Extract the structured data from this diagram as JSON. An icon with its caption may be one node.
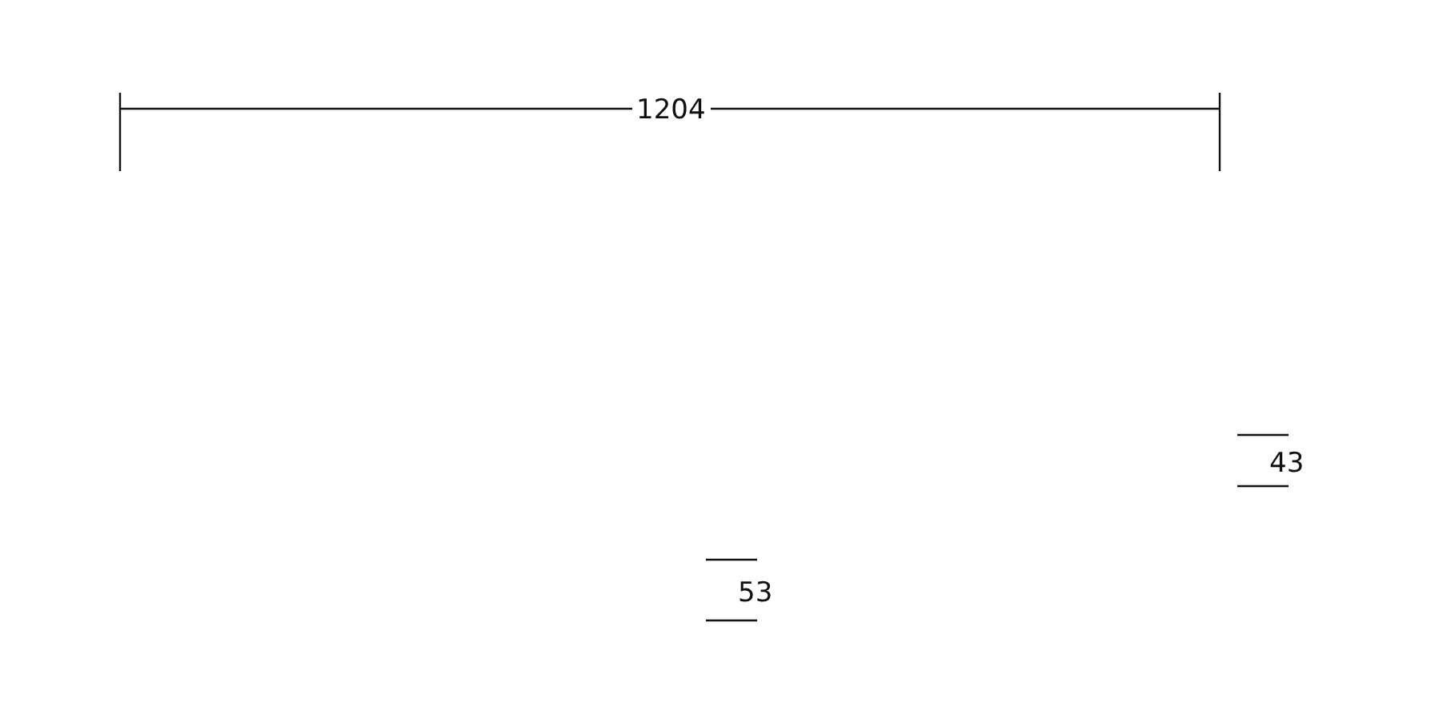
{
  "diagram": {
    "labels": [
      "1204",
      "43",
      "53"
    ]
  }
}
